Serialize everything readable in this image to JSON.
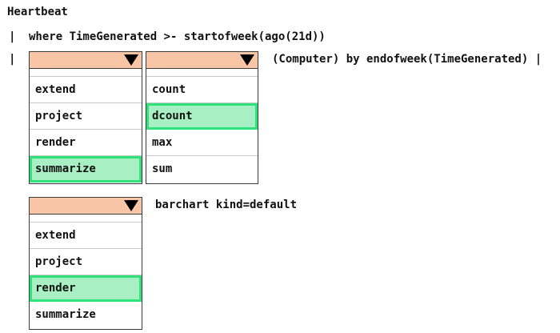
{
  "query": {
    "table": "Heartbeat",
    "pipe1": "|",
    "line1": "where TimeGenerated >- startofweek(ago(21d))",
    "pipe2": "|",
    "line2_suffix": "(Computer) by endofweek(TimeGenerated) |",
    "line3_suffix": "barchart kind=default"
  },
  "dropdowns": {
    "operator1": {
      "items": [
        "extend",
        "project",
        "render",
        "summarize"
      ],
      "selected": "summarize"
    },
    "aggregate": {
      "items": [
        "count",
        "dcount",
        "max",
        "sum"
      ],
      "selected": "dcount"
    },
    "operator2": {
      "items": [
        "extend",
        "project",
        "render",
        "summarize"
      ],
      "selected": "render"
    }
  },
  "colors": {
    "header_fill": "#f8c6a6",
    "selected_fill": "#a8f0c4",
    "selected_border": "#2ee37a"
  },
  "icons": {
    "dropdown_arrow": "triangle-down"
  }
}
